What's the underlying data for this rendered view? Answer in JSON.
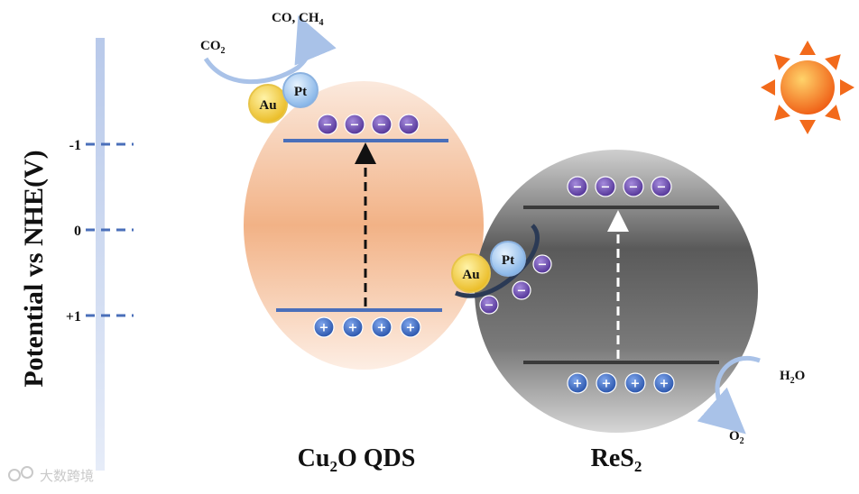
{
  "axis": {
    "title": "Potential vs NHE(V)",
    "ticks": [
      {
        "label": "-1",
        "value": -1
      },
      {
        "label": "0",
        "value": 0
      },
      {
        "label": "+1",
        "value": 1
      }
    ]
  },
  "cu2o": {
    "label_main": "Cu",
    "label_sub": "2",
    "label_rest": "O QDS",
    "electron_sign": "−",
    "hole_sign": "+",
    "electrons": 4,
    "holes": 4
  },
  "res2": {
    "label_main": "ReS",
    "label_sub": "2",
    "electron_sign": "−",
    "hole_sign": "+",
    "electrons": 4,
    "holes": 4
  },
  "metals": {
    "au": "Au",
    "pt": "Pt"
  },
  "reaction_top": {
    "reactant_main": "CO",
    "reactant_sub": "2",
    "product_a": "CO, CH",
    "product_sub": "4"
  },
  "reaction_bottom": {
    "reactant_main": "H",
    "reactant_sub": "2",
    "reactant_rest": "O",
    "product_main": "O",
    "product_sub": "2"
  },
  "watermark": "大数跨境",
  "colors": {
    "axis_bar": "#c6d4ee",
    "band_line": "#4a6fba",
    "electron": "#6a4fa8",
    "hole": "#3c6bc4",
    "au": "#f3d24a",
    "pt": "#9fc6ee",
    "sun": "#f26a1b"
  }
}
